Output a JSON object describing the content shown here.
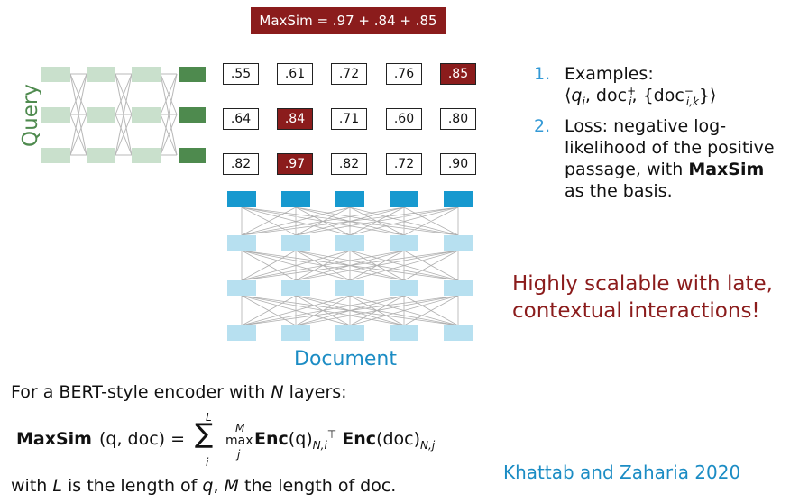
{
  "banner": {
    "text": "MaxSim = .97 + .84 + .85"
  },
  "query_label": "Query",
  "document_label": "Document",
  "colors": {
    "query_light": "#c9e0cc",
    "query_dark": "#4e8a4e",
    "doc_dark": "#1799cf",
    "doc_light": "#b7e0f0",
    "highlight": "#8b1c1c",
    "blue_text": "#1b8cc4"
  },
  "score_matrix": [
    [
      ".55",
      ".61",
      ".72",
      ".76",
      ".85"
    ],
    [
      ".64",
      ".84",
      ".71",
      ".60",
      ".80"
    ],
    [
      ".82",
      ".97",
      ".82",
      ".72",
      ".90"
    ]
  ],
  "highlighted_cells": [
    [
      0,
      4
    ],
    [
      1,
      1
    ],
    [
      2,
      1
    ]
  ],
  "steps": [
    {
      "num": "1.",
      "title": "Examples:"
    },
    {
      "num": "2.",
      "text_pre": "Loss: negative log-likelihood of the positive passage, with ",
      "bold": "MaxSim",
      "text_post": " as the basis."
    }
  ],
  "example_math": {
    "open": "⟨",
    "q": "q",
    "q_sub": "i",
    "doc": "doc",
    "doc_sup": "+",
    "doc_sub": "i",
    "set_open": "{doc",
    "neg_sup": "−",
    "neg_sub": "i,k",
    "set_close": "}⟩"
  },
  "scalability": "Highly scalable with late, contextual interactions!",
  "intro": {
    "pre": "For a BERT-style encoder with ",
    "var": "N",
    "post": " layers:"
  },
  "formula": {
    "lhs_bold": "MaxSim",
    "lhs_args": "(q, doc) =",
    "sum_upper": "L",
    "sum_lower": "i",
    "sum_symbol": "∑",
    "max_upper": "M",
    "max_word": "max",
    "max_lower": "j",
    "enc1": "Enc",
    "enc1_arg": "(q)",
    "enc1_sub": "N,i",
    "transpose": "⊤",
    "enc2": "Enc",
    "enc2_arg": "(doc)",
    "enc2_sub": "N,j"
  },
  "note": {
    "t1": "with ",
    "L": "L",
    "t2": " is the length of ",
    "q": "q",
    "t3": ", ",
    "M": "M",
    "t4": " the length of doc."
  },
  "citation": "Khattab and Zaharia 2020"
}
